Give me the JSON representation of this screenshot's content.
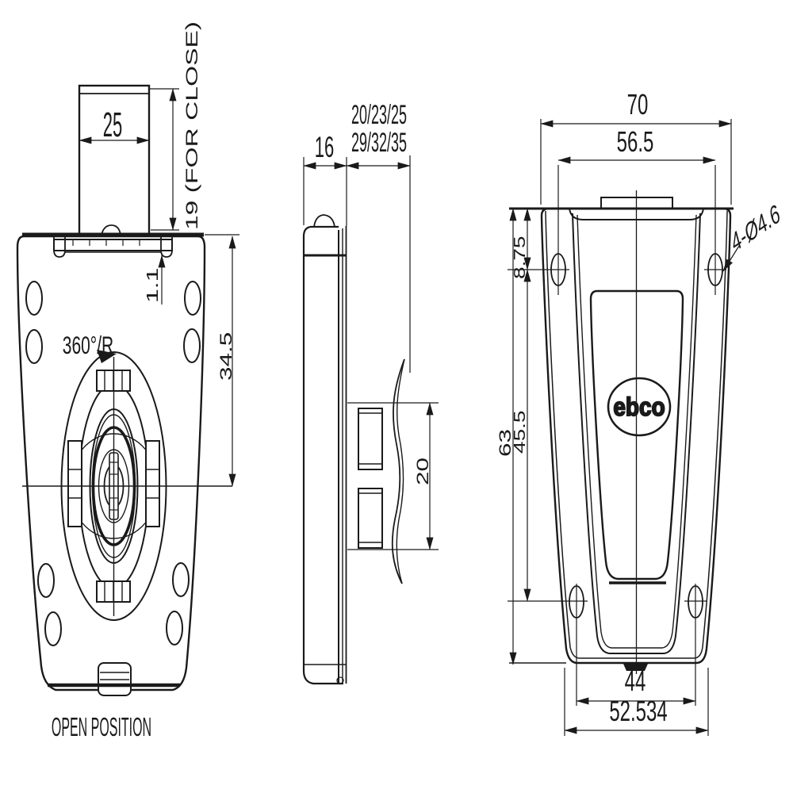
{
  "drawing": {
    "caption_front_view": "OPEN POSITION",
    "logo_text": "ebco",
    "front_view": {
      "knob_width": "25",
      "knob_travel": "19 (FOR CLOSE)",
      "plate_offset": "1.1",
      "center_from_top": "34.5",
      "rotation_note": "360°/R"
    },
    "side_view": {
      "body_depth": "16",
      "grip_range_line1": "20/23/25",
      "grip_range_line2": "29/32/35",
      "clamp_height": "20"
    },
    "rear_view": {
      "overall_width": "70",
      "top_hole_spacing": "56.5",
      "top_hole_offset": "8.75",
      "hole_callout": "4-Ø4.6",
      "overall_height": "63",
      "hole_vertical_spacing": "45.5",
      "bottom_hole_spacing": "44",
      "bottom_width": "52.534"
    },
    "colors": {
      "line": "#1a1a1a",
      "background": "#ffffff"
    }
  }
}
